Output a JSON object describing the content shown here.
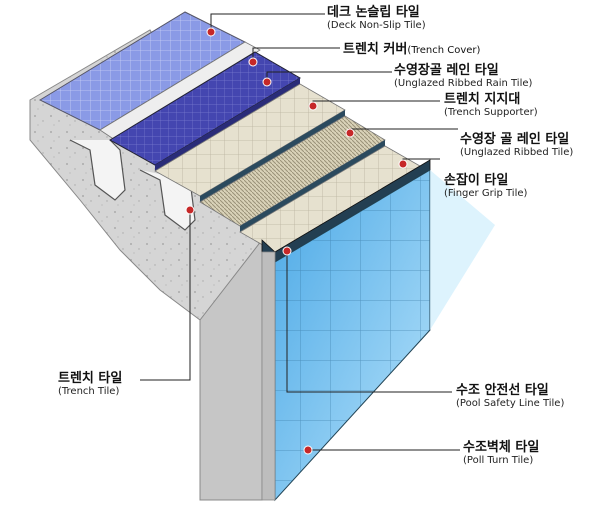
{
  "labels": {
    "deck": {
      "ko": "데크 논슬립 타일",
      "en": "(Deck Non-Slip Tile)"
    },
    "trench_cover": {
      "ko": "트렌치 커버",
      "en": "(Trench Cover)"
    },
    "rain_tile": {
      "ko": "수영장골 레인 타일",
      "en": "(Unglazed Ribbed Rain Tile)"
    },
    "trench_supporter": {
      "ko": "트렌치 지지대",
      "en": "(Trench Supporter)"
    },
    "ribbed_tile": {
      "ko": "수영장 골 레인 타일",
      "en": "(Unglazed Ribbed Tile)"
    },
    "finger_grip": {
      "ko": "손잡이 타일",
      "en": "(Finger Grip Tile)"
    },
    "trench_tile": {
      "ko": "트렌치 타일",
      "en": "(Trench Tile)"
    },
    "safety_line": {
      "ko": "수조 안전선 타일",
      "en": "(Pool Safety Line Tile)"
    },
    "poll_turn": {
      "ko": "수조벽체 타일",
      "en": "(Poll Turn Tile)"
    }
  },
  "colors": {
    "marker": "#c62828",
    "deck_tile": "#7d8fe0",
    "trench_cover": "#3f3fa8",
    "wall_tile": "#78c6f2",
    "concrete": "#d8d8d8",
    "dark_band": "#2b4a5e"
  }
}
